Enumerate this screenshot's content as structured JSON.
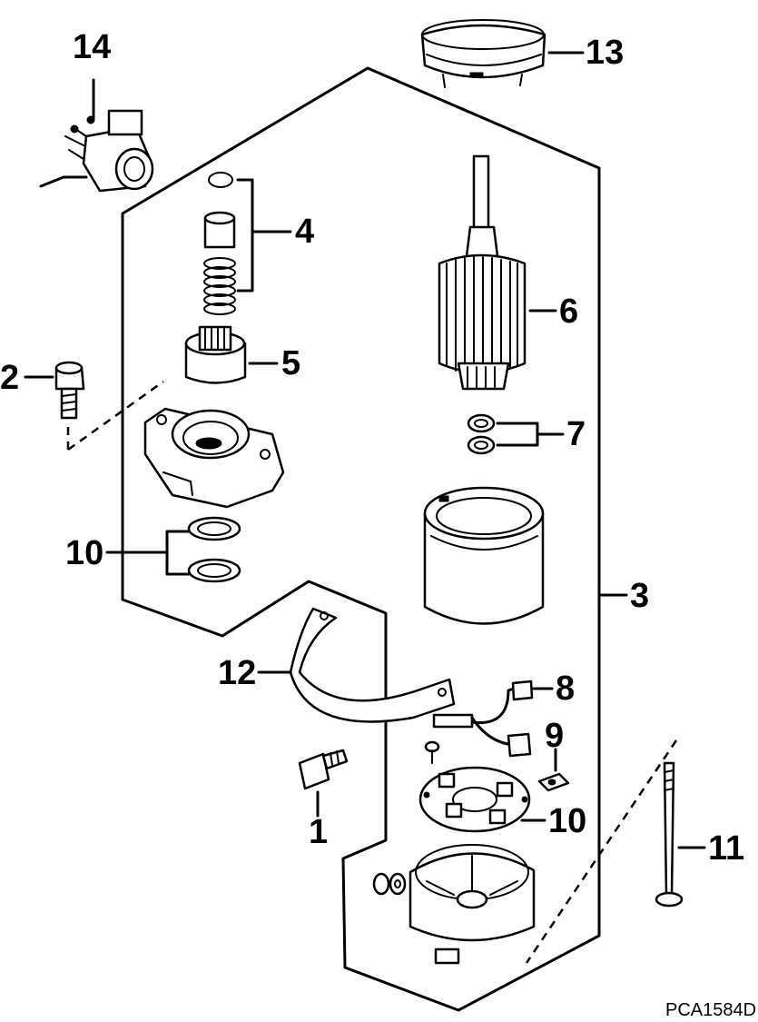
{
  "callouts": {
    "c1": "1",
    "c2": "2",
    "c3": "3",
    "c4": "4",
    "c5": "5",
    "c6": "6",
    "c7": "7",
    "c8": "8",
    "c9": "9",
    "c10a": "10",
    "c10b": "10",
    "c11": "11",
    "c12": "12",
    "c13": "13",
    "c14": "14"
  },
  "figure_code": "PCA1584D"
}
